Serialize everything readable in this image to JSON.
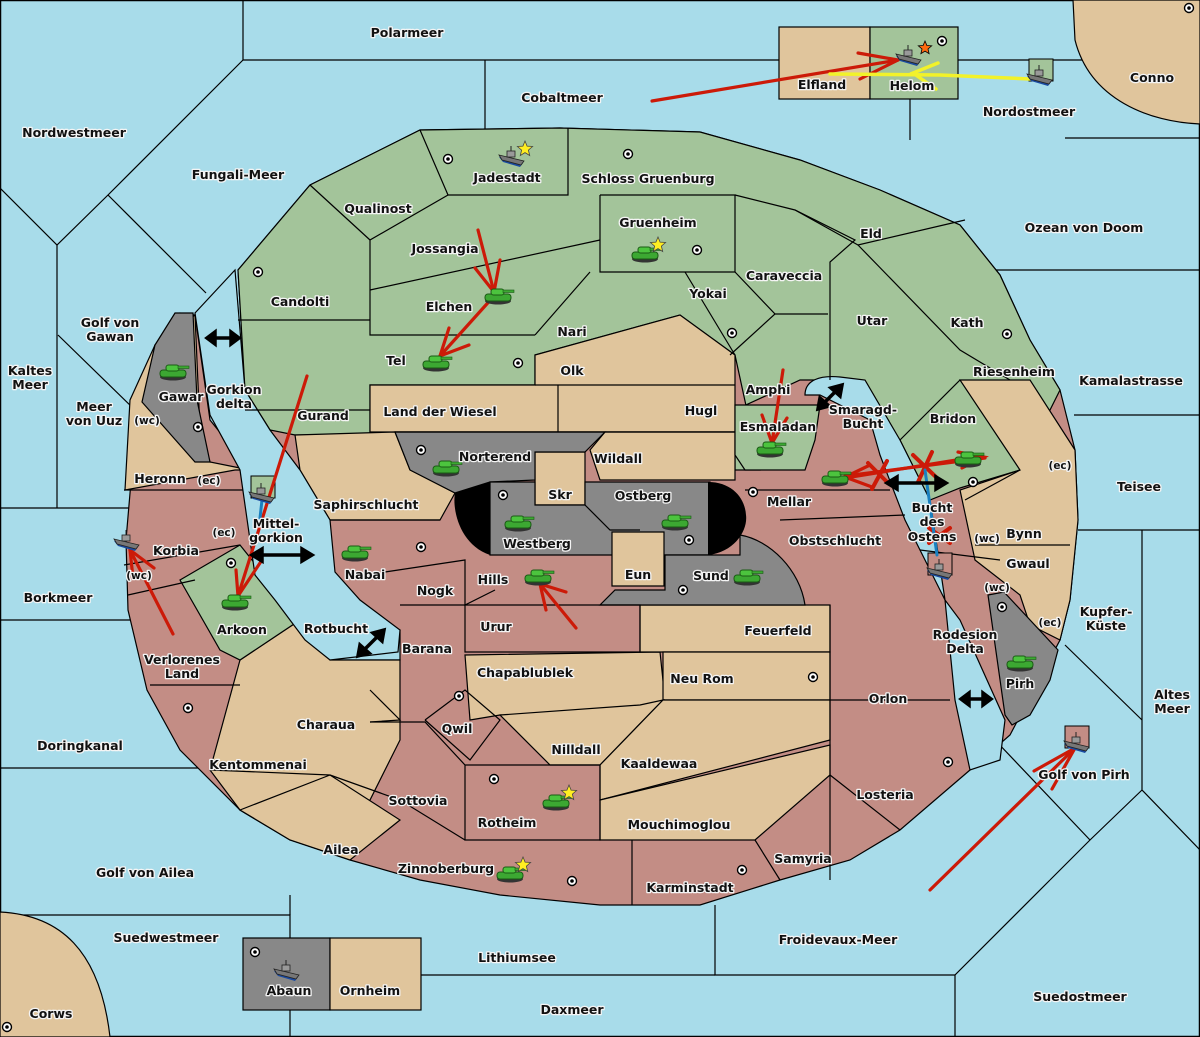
{
  "game": "Diplomacy-style strategy map",
  "colors": {
    "sea": "#a8dcea",
    "neutral_land": "#e0c59c",
    "green_power": "#a3c49a",
    "red_power": "#c38d85",
    "grey_power": "#888888",
    "impassable": "#000000",
    "order_move": "#cc1a08",
    "order_support": "#f2f22a",
    "order_convoy": "#1a80c0",
    "unit_tank": "#3ca832",
    "star": "#ffee22"
  },
  "sea_regions": [
    {
      "name": "Polarmeer"
    },
    {
      "name": "Cobaltmeer"
    },
    {
      "name": "Nordwestmeer"
    },
    {
      "name": "Fungali-Meer"
    },
    {
      "name": "Nordostmeer"
    },
    {
      "name": "Ozean von Doom"
    },
    {
      "name": "Golf von Gawan"
    },
    {
      "name": "Kaltes Meer"
    },
    {
      "name": "Meer von Uuz"
    },
    {
      "name": "Gorkion delta"
    },
    {
      "name": "Mittel-gorkion"
    },
    {
      "name": "Borkmeer"
    },
    {
      "name": "Rotbucht"
    },
    {
      "name": "Doringkanal"
    },
    {
      "name": "Golf von Ailea"
    },
    {
      "name": "Suedwestmeer"
    },
    {
      "name": "Lithiumsee"
    },
    {
      "name": "Daxmeer"
    },
    {
      "name": "Froidevaux-Meer"
    },
    {
      "name": "Suedostmeer"
    },
    {
      "name": "Golf von Pirh"
    },
    {
      "name": "Altes Meer"
    },
    {
      "name": "Kupfer-Küste"
    },
    {
      "name": "Teisee"
    },
    {
      "name": "Kamalastrasse"
    },
    {
      "name": "Smaragd-Bucht"
    },
    {
      "name": "Bucht des Ostens"
    },
    {
      "name": "Rodesion Delta"
    }
  ],
  "land_regions": [
    {
      "name": "Elfland",
      "owner": "neutral"
    },
    {
      "name": "Helom",
      "owner": "green"
    },
    {
      "name": "Conno",
      "owner": "neutral"
    },
    {
      "name": "Jadestadt",
      "owner": "green"
    },
    {
      "name": "Schloss Gruenburg",
      "owner": "green"
    },
    {
      "name": "Qualinost",
      "owner": "green"
    },
    {
      "name": "Gruenheim",
      "owner": "green"
    },
    {
      "name": "Eld",
      "owner": "green"
    },
    {
      "name": "Jossangia",
      "owner": "green"
    },
    {
      "name": "Candolti",
      "owner": "green"
    },
    {
      "name": "Caraveccia",
      "owner": "green"
    },
    {
      "name": "Yokai",
      "owner": "green"
    },
    {
      "name": "Elchen",
      "owner": "green"
    },
    {
      "name": "Utar",
      "owner": "green"
    },
    {
      "name": "Kath",
      "owner": "green"
    },
    {
      "name": "Nari",
      "owner": "green"
    },
    {
      "name": "Tel",
      "owner": "green"
    },
    {
      "name": "Olk",
      "owner": "neutral"
    },
    {
      "name": "Riesenheim",
      "owner": "neutral"
    },
    {
      "name": "Amphi",
      "owner": "green"
    },
    {
      "name": "Gawar",
      "owner": "grey"
    },
    {
      "name": "Gurand",
      "owner": "green"
    },
    {
      "name": "Land der Wiesel",
      "owner": "neutral"
    },
    {
      "name": "Hugl",
      "owner": "neutral"
    },
    {
      "name": "Bridon",
      "owner": "green"
    },
    {
      "name": "Esmaladan",
      "owner": "green"
    },
    {
      "name": "Norterend",
      "owner": "grey"
    },
    {
      "name": "Wildall",
      "owner": "neutral"
    },
    {
      "name": "Heronn",
      "owner": "neutral"
    },
    {
      "name": "Skr",
      "owner": "neutral"
    },
    {
      "name": "Ostberg",
      "owner": "grey"
    },
    {
      "name": "Saphirschlucht",
      "owner": "neutral"
    },
    {
      "name": "Mellar",
      "owner": "red"
    },
    {
      "name": "Westberg",
      "owner": "grey"
    },
    {
      "name": "Korbia",
      "owner": "red"
    },
    {
      "name": "Nabai",
      "owner": "red"
    },
    {
      "name": "Obstschlucht",
      "owner": "red"
    },
    {
      "name": "Bynn",
      "owner": "neutral"
    },
    {
      "name": "Gwaul",
      "owner": "neutral"
    },
    {
      "name": "Eun",
      "owner": "neutral"
    },
    {
      "name": "Sund",
      "owner": "grey"
    },
    {
      "name": "Hills",
      "owner": "red"
    },
    {
      "name": "Nogk",
      "owner": "red"
    },
    {
      "name": "Arkoon",
      "owner": "green"
    },
    {
      "name": "Urur",
      "owner": "red"
    },
    {
      "name": "Feuerfeld",
      "owner": "neutral"
    },
    {
      "name": "Barana",
      "owner": "red"
    },
    {
      "name": "Verlorenes Land",
      "owner": "red"
    },
    {
      "name": "Chapablublek",
      "owner": "neutral"
    },
    {
      "name": "Neu Rom",
      "owner": "neutral"
    },
    {
      "name": "Pirh",
      "owner": "grey"
    },
    {
      "name": "Orlon",
      "owner": "red"
    },
    {
      "name": "Charaua",
      "owner": "neutral"
    },
    {
      "name": "Qwil",
      "owner": "red"
    },
    {
      "name": "Nilldall",
      "owner": "neutral"
    },
    {
      "name": "Kaaldewaa",
      "owner": "neutral"
    },
    {
      "name": "Kentommenai",
      "owner": "red"
    },
    {
      "name": "Sottovia",
      "owner": "red"
    },
    {
      "name": "Losteria",
      "owner": "red"
    },
    {
      "name": "Rotheim",
      "owner": "red"
    },
    {
      "name": "Mouchimoglou",
      "owner": "neutral"
    },
    {
      "name": "Ailea",
      "owner": "neutral"
    },
    {
      "name": "Samyria",
      "owner": "red"
    },
    {
      "name": "Zinnoberburg",
      "owner": "red"
    },
    {
      "name": "Karminstadt",
      "owner": "red"
    },
    {
      "name": "Abaun",
      "owner": "grey"
    },
    {
      "name": "Ornheim",
      "owner": "neutral"
    },
    {
      "name": "Corws",
      "owner": "neutral"
    }
  ],
  "coast_tags": [
    "(wc)",
    "(ec)",
    "(ec)",
    "(wc)",
    "(ec)",
    "(wc)",
    "(wc)",
    "(ec)"
  ],
  "units": [
    {
      "type": "fleet",
      "region": "Jadestadt",
      "star": true
    },
    {
      "type": "fleet",
      "region": "Helom",
      "status": "dislodged"
    },
    {
      "type": "fleet",
      "region": "Nordostmeer"
    },
    {
      "type": "army",
      "region": "Gruenheim",
      "star": true
    },
    {
      "type": "army",
      "region": "Elchen"
    },
    {
      "type": "army",
      "region": "Tel"
    },
    {
      "type": "army",
      "region": "Gawar"
    },
    {
      "type": "fleet",
      "region": "Mittel-gorkion"
    },
    {
      "type": "fleet",
      "region": "Korbia"
    },
    {
      "type": "army",
      "region": "Arkoon"
    },
    {
      "type": "army",
      "region": "Norterend"
    },
    {
      "type": "army",
      "region": "Westberg"
    },
    {
      "type": "army",
      "region": "Ostberg"
    },
    {
      "type": "army",
      "region": "Esmaladan"
    },
    {
      "type": "army",
      "region": "Mellar"
    },
    {
      "type": "army",
      "region": "Bridon"
    },
    {
      "type": "fleet",
      "region": "Bucht des Ostens"
    },
    {
      "type": "army",
      "region": "Nabai"
    },
    {
      "type": "army",
      "region": "Hills"
    },
    {
      "type": "army",
      "region": "Sund"
    },
    {
      "type": "army",
      "region": "Pirh"
    },
    {
      "type": "fleet",
      "region": "Golf von Pirh"
    },
    {
      "type": "army",
      "region": "Rotheim",
      "star": true
    },
    {
      "type": "army",
      "region": "Zinnoberburg",
      "star": true
    },
    {
      "type": "fleet",
      "region": "Abaun"
    }
  ],
  "orders": [
    {
      "type": "move",
      "from": "Cobaltmeer",
      "to": "Helom",
      "color": "red"
    },
    {
      "type": "support",
      "from": "Nordostmeer",
      "to": "Helom",
      "color": "yellow"
    },
    {
      "type": "move",
      "from": "Jossangia",
      "to": "Elchen"
    },
    {
      "type": "move",
      "from": "Elchen",
      "to": "Tel"
    },
    {
      "type": "move",
      "from": "Gurand",
      "to": "Arkoon"
    },
    {
      "type": "move",
      "from": "Verlorenes Land",
      "to": "Korbia"
    },
    {
      "type": "move",
      "from": "Urur",
      "to": "Hills"
    },
    {
      "type": "move",
      "from": "Amphi",
      "to": "Esmaladan"
    },
    {
      "type": "move",
      "from": "Mellar",
      "to": "Bridon",
      "result": "failed"
    },
    {
      "type": "move",
      "from": "Bridon",
      "to": "Mellar",
      "result": "failed"
    },
    {
      "type": "convoy",
      "from": "Bucht des Ostens",
      "result": "failed"
    },
    {
      "type": "move",
      "from": "Suedostmeer",
      "to": "Golf von Pirh"
    }
  ]
}
